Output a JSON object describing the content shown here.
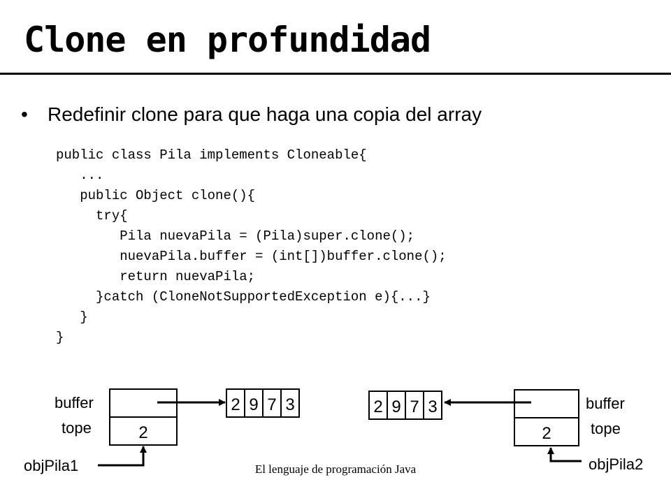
{
  "slide": {
    "title": "Clone en profundidad",
    "bullet_symbol": "•",
    "bullet": "Redefinir clone para que haga una copia del array",
    "code_lines": [
      "public class Pila implements Cloneable{",
      "   ...",
      "   public Object clone(){",
      "     try{",
      "        Pila nuevaPila = (Pila)super.clone();",
      "        nuevaPila.buffer = (int[])buffer.clone();",
      "        return nuevaPila;",
      "     }catch (CloneNotSupportedException e){...}",
      "   }",
      "}"
    ],
    "footer": "El lenguaje de programación Java"
  },
  "diagram": {
    "left": {
      "object_label": "objPila1",
      "buffer_label": "buffer",
      "tope_label": "tope",
      "tope_value": "2",
      "array": [
        "2",
        "9",
        "7",
        "3"
      ]
    },
    "right": {
      "object_label": "objPila2",
      "buffer_label": "buffer",
      "tope_label": "tope",
      "tope_value": "2",
      "array": [
        "2",
        "9",
        "7",
        "3"
      ]
    }
  }
}
